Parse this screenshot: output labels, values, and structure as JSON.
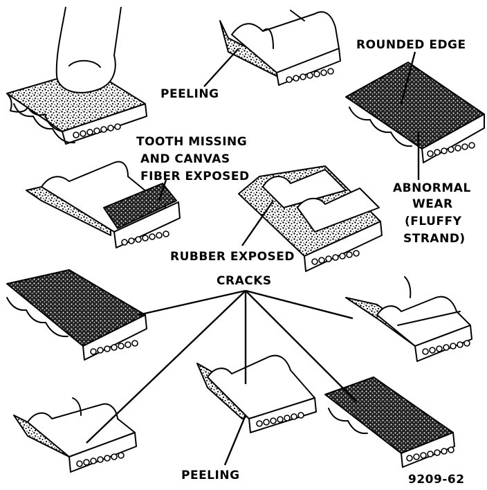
{
  "figure_id": "9209-62",
  "labels": {
    "peeling_top": "PEELING",
    "rounded_edge": "ROUNDED EDGE",
    "tooth_missing_1": "TOOTH MISSING",
    "tooth_missing_2": "AND CANVAS",
    "tooth_missing_3": "FIBER EXPOSED",
    "abnormal_1": "ABNORMAL",
    "abnormal_2": "WEAR",
    "abnormal_3": "(FLUFFY",
    "abnormal_4": "STRAND)",
    "rubber_exposed": "RUBBER EXPOSED",
    "cracks": "CRACKS",
    "peeling_bottom": "PEELING"
  }
}
